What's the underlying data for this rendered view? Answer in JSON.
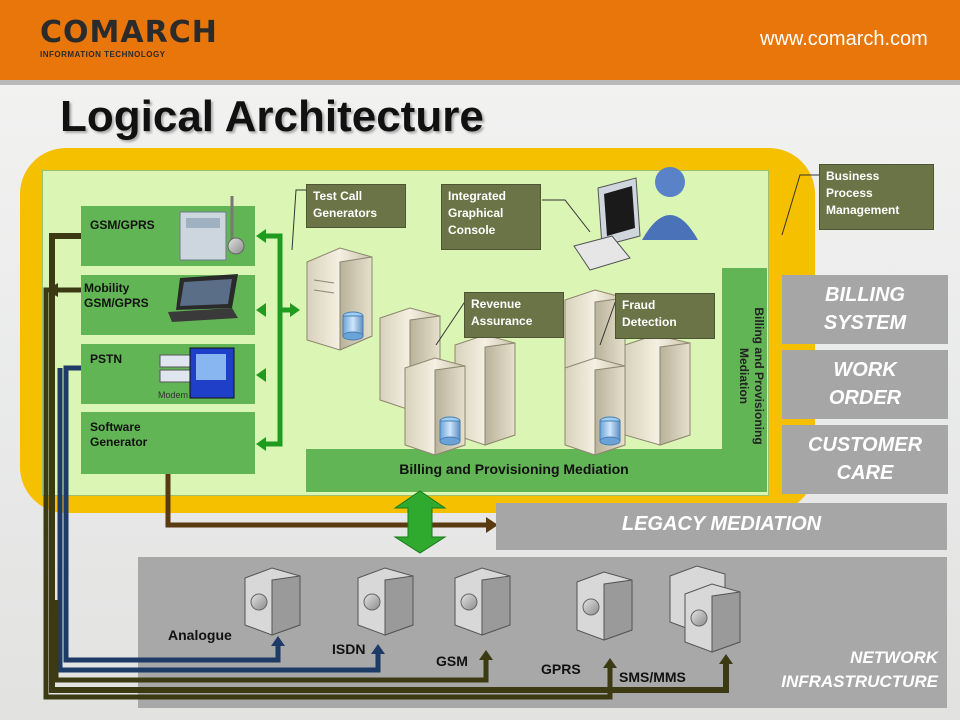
{
  "header": {
    "logo_text": "COMARCH",
    "logo_subtext": "INFORMATION TECHNOLOGY",
    "url": "www.comarch.com"
  },
  "title": "Logical Architecture",
  "sources": [
    {
      "label": "GSM/GPRS"
    },
    {
      "label": "Mobility\nGSM/GPRS"
    },
    {
      "label": "PSTN"
    },
    {
      "label": "Software\nGenerator"
    }
  ],
  "modem_label": "Modem",
  "callouts": {
    "test_call": "Test Call\nGenerators",
    "console": "Integrated\nGraphical\nConsole",
    "revenue": "Revenue\nAssurance",
    "fraud": "Fraud\nDetection",
    "bpm": "Business\nProcess\nManagement"
  },
  "mediation": {
    "bottom_label": "Billing and Provisioning Mediation",
    "side_label": "Billing and Provisioning\nMediation"
  },
  "right_boxes": [
    {
      "label": "BILLING\nSYSTEM"
    },
    {
      "label": "WORK\nORDER"
    },
    {
      "label": "CUSTOMER\nCARE"
    }
  ],
  "legacy_label": "LEGACY MEDIATION",
  "network": {
    "label": "NETWORK\nINFRASTRUCTURE",
    "nodes": [
      "Analogue",
      "ISDN",
      "GSM",
      "GPRS",
      "SMS/MMS"
    ]
  },
  "colors": {
    "header_orange": "#e8760a",
    "frame_yellow": "#f5c000",
    "panel_green": "#dbf5b4",
    "box_green": "#62b554",
    "callout_olive": "#6b7446",
    "grey_box": "#a6a6a6",
    "arrow_green": "#2faa2f",
    "line_dark_olive": "#3c3a12",
    "line_brown": "#5a3a10",
    "line_navy": "#1e3a66"
  }
}
